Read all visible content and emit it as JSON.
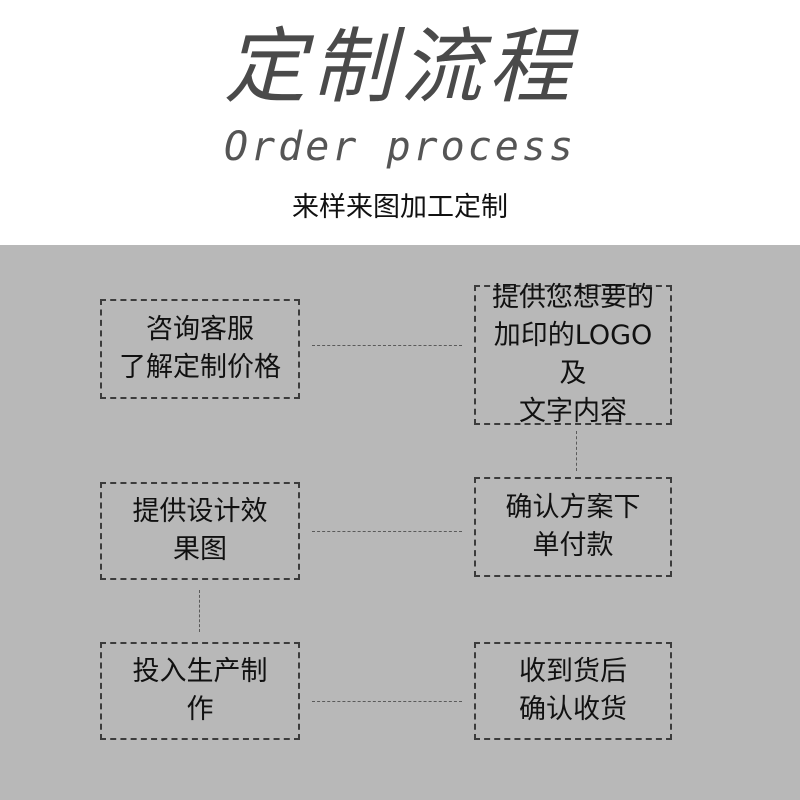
{
  "header": {
    "title_cn": "定制流程",
    "title_en": "Order process",
    "subtitle": "来样来图加工定制"
  },
  "steps": [
    {
      "label": "咨询客服\n了解定制价格"
    },
    {
      "label": "提供您想要的\n加印的LOGO及\n文字内容"
    },
    {
      "label": "确认方案下\n单付款"
    },
    {
      "label": "提供设计效\n果图"
    },
    {
      "label": "投入生产制\n作"
    },
    {
      "label": "收到货后\n确认收货"
    }
  ]
}
